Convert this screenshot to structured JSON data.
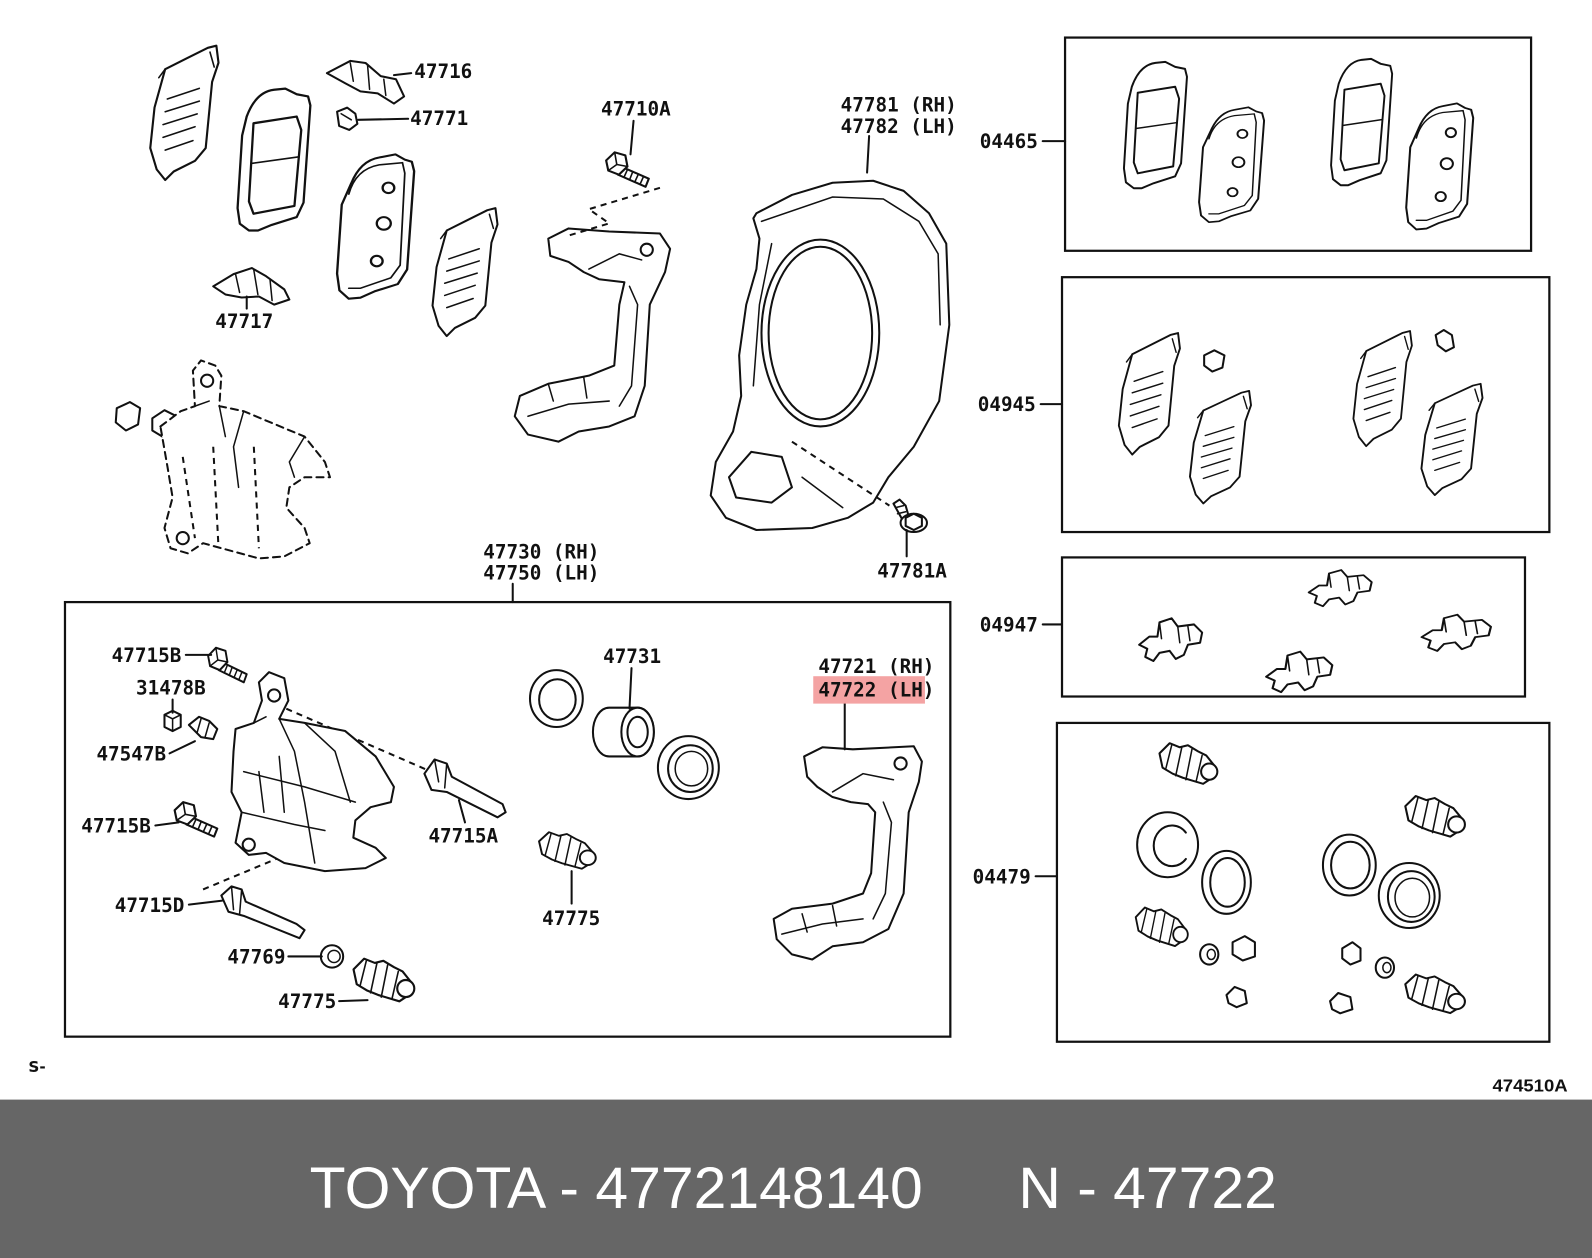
{
  "callouts": {
    "pad_clip_upper": "47716",
    "clip_small": "47771",
    "bracket_bolt": "47710A",
    "shield_rh": "47781 (RH)",
    "shield_lh": "47782 (LH)",
    "kit_04465": "04465",
    "pad_clip_lower": "47717",
    "kit_04945": "04945",
    "caliper_rh": "47730 (RH)",
    "caliper_lh": "47750 (LH)",
    "shield_bolt": "47781A",
    "kit_04947": "04947",
    "bolt_b_upper": "47715B",
    "piston": "47731",
    "mounting_rh": "47721 (RH)",
    "mounting_lh": "47722 (LH)",
    "bleeder_cap": "31478B",
    "bleeder_plug": "47547B",
    "bolt_b_lower": "47715B",
    "pin_a": "47715A",
    "kit_04479": "04479",
    "pin_d": "47715D",
    "boot_center": "47775",
    "bushing": "47769",
    "boot_lower": "47775"
  },
  "sheet_code": "S-",
  "figure_id": "474510A",
  "footer": {
    "brand_part": "TOYOTA - 4772148140",
    "reference": "N - 47722"
  },
  "colors": {
    "highlight": "#f4a3a3",
    "footer_bar": "#666666"
  }
}
